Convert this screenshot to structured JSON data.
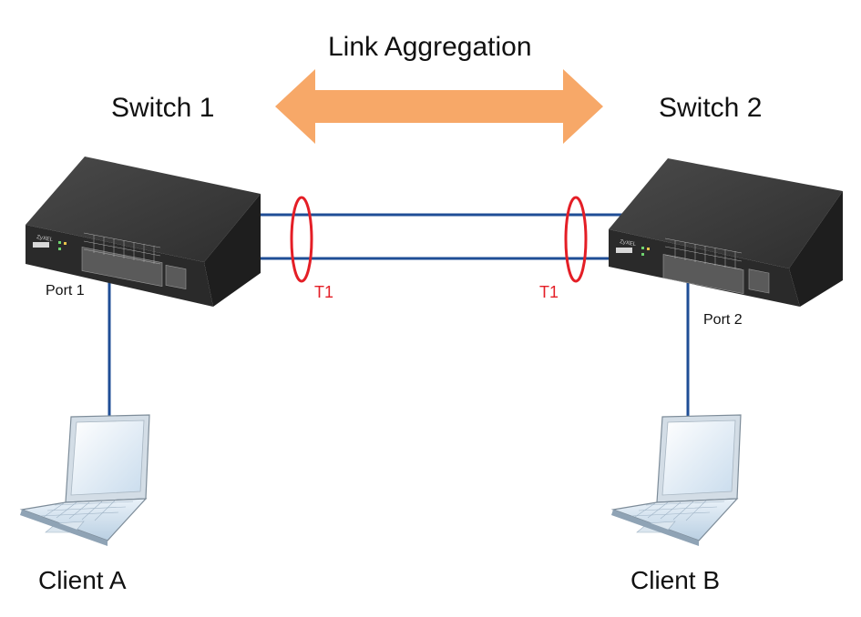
{
  "title": "Link Aggregation",
  "switches": [
    {
      "label": "Switch 1",
      "brand": "ZyXEL"
    },
    {
      "label": "Switch 2",
      "brand": "ZyXEL"
    }
  ],
  "ports": [
    {
      "label": "Port 1"
    },
    {
      "label": "Port 2"
    }
  ],
  "trunks": [
    {
      "label": "T1"
    },
    {
      "label": "T1"
    }
  ],
  "clients": [
    {
      "label": "Client A"
    },
    {
      "label": "Client B"
    }
  ],
  "colors": {
    "link": "#1f4e96",
    "arrow": "#f7a868",
    "trunk_ring": "#e41e26",
    "switch_body": "#2a2a2a",
    "switch_top": "#3d3d3d"
  }
}
